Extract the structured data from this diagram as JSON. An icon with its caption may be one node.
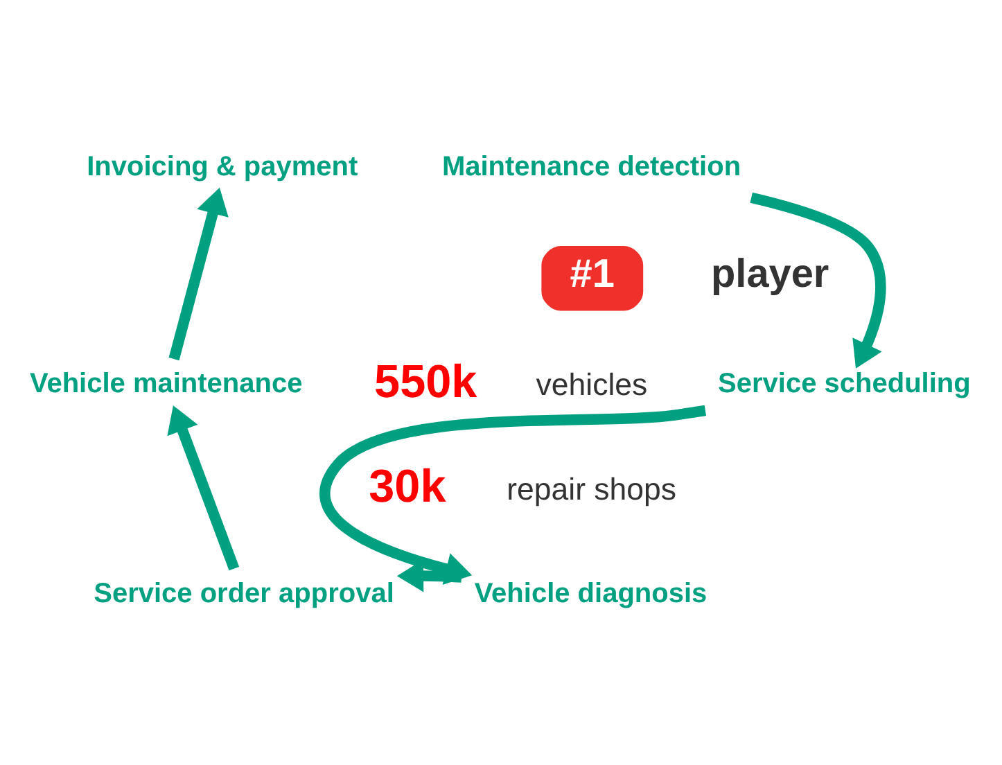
{
  "diagram": {
    "nodes": [
      {
        "text": [
          "Invoicing & payment"
        ]
      },
      {
        "text": [
          "Maintenance detection"
        ]
      },
      {
        "text": [
          "#1"
        ],
        "beside": [
          "player"
        ]
      },
      {
        "text": [
          "Vehicle maintenance"
        ]
      },
      {
        "text": [
          "Service scheduling"
        ]
      },
      {
        "text": [
          "Service order approval"
        ]
      },
      {
        "text": [
          "Vehicle diagnosis"
        ]
      }
    ],
    "edges": [
      {
        "from": 1,
        "to": 4,
        "arrow": "to"
      },
      {
        "from": 4,
        "to": 6,
        "arrow": "to"
      },
      {
        "from": 6,
        "to": 5,
        "arrow": "to"
      },
      {
        "from": 5,
        "to": 3,
        "arrow": "to"
      },
      {
        "from": 3,
        "to": 0,
        "arrow": "to"
      }
    ],
    "labels": [
      "550k",
      "vehicles",
      "30k",
      "repair shops"
    ]
  }
}
